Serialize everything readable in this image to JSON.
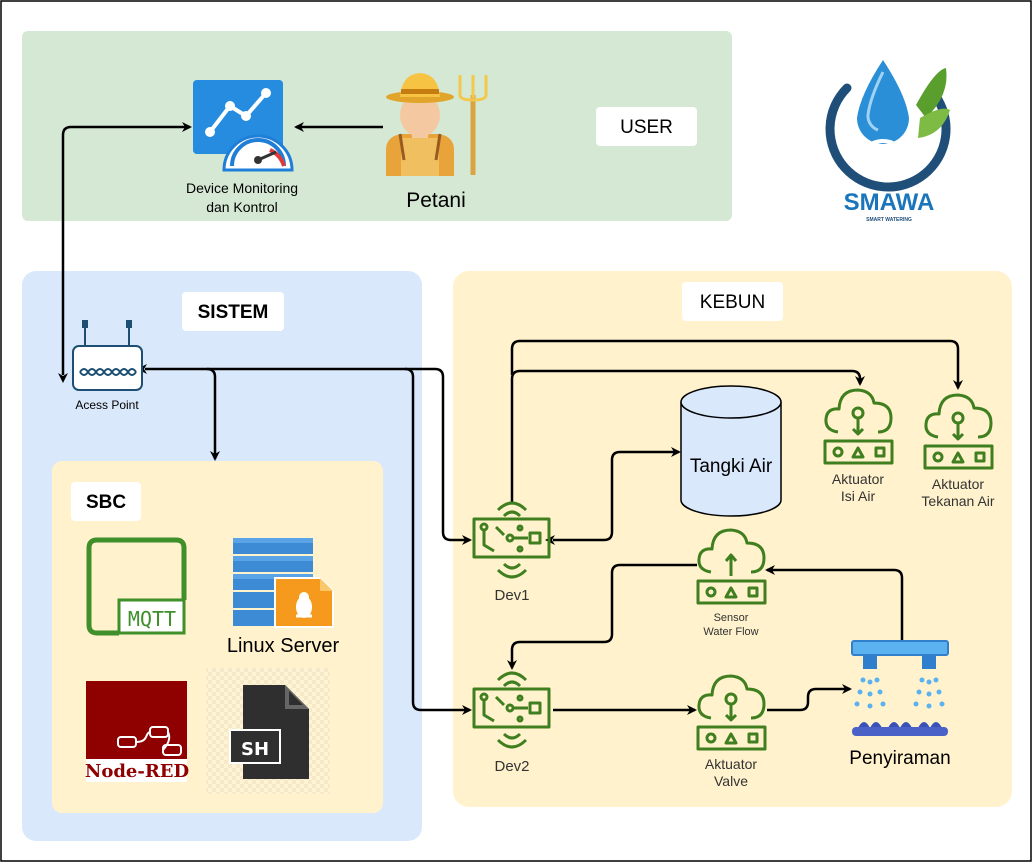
{
  "colors": {
    "user_bg": "#d5e8d4",
    "sistem_bg": "#dae8fc",
    "kebun_bg": "#fff2cc",
    "sbc_bg": "#fff2cc",
    "green_icon": "#3f7f1f",
    "tank_fill": "#dae8fc",
    "arrow": "#000000",
    "node_red": "#8f0000",
    "linux_orange": "#f7a21b",
    "stack_blue": "#4a90d9",
    "logo_blue": "#1a75bb",
    "logo_dark": "#1f4e79",
    "logo_green": "#5a9e2e"
  },
  "sections": {
    "user": "USER",
    "sistem": "SISTEM",
    "kebun": "KEBUN",
    "sbc": "SBC"
  },
  "nodes": {
    "device_monitoring_line1": "Device Monitoring",
    "device_monitoring_line2": "dan Kontrol",
    "petani": "Petani",
    "access_point": "Acess Point",
    "linux_server": "Linux Server",
    "mqtt": "MQTT",
    "node_red": "Node-RED",
    "sh": "SH",
    "tangki_air": "Tangki Air",
    "aktuator_isi_air_line1": "Aktuator",
    "aktuator_isi_air_line2": "Isi Air",
    "aktuator_tekanan_line1": "Aktuator",
    "aktuator_tekanan_line2": "Tekanan Air",
    "dev1": "Dev1",
    "dev2": "Dev2",
    "sensor_line1": "Sensor",
    "sensor_line2": "Water Flow",
    "aktuator_valve_line1": "Aktuator",
    "aktuator_valve_line2": "Valve",
    "penyiraman": "Penyiraman"
  },
  "logo": {
    "name": "SMAWA",
    "tagline": "SMART WATERING"
  },
  "icons": {
    "device_monitoring": "dashboard-chart-icon",
    "petani": "farmer-icon",
    "access_point": "router-icon",
    "mqtt": "mqtt-icon",
    "linux_server": "server-linux-icon",
    "node_red": "node-red-icon",
    "sh": "shell-script-file-icon",
    "tangki_air": "cylinder-tank-icon",
    "aktuator": "cloud-actuator-icon",
    "sensor": "cloud-sensor-icon",
    "dev": "iot-board-icon",
    "penyiraman": "sprinkler-icon"
  }
}
